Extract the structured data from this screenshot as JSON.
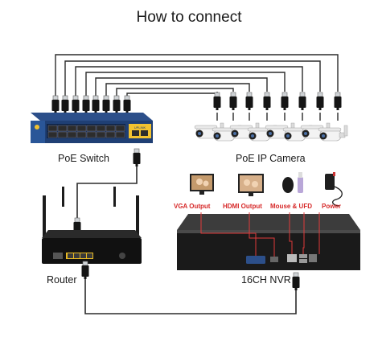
{
  "title": "How to connect",
  "devices": {
    "poe_switch": "PoE Switch",
    "ip_camera": "PoE IP Camera",
    "router": "Router",
    "nvr": "16CH NVR"
  },
  "nvr_ports": {
    "vga": "VGA Output",
    "hdmi": "HDMI Output",
    "mouse": "Mouse & UFD",
    "power": "Power"
  },
  "switch_badge": "UPLINK",
  "colors": {
    "cable": "#2b2b2b",
    "port_line": "#e03a3a",
    "switch_body": "#1f3f74",
    "switch_accent": "#f2c230",
    "router_ports": "#e8b923"
  }
}
